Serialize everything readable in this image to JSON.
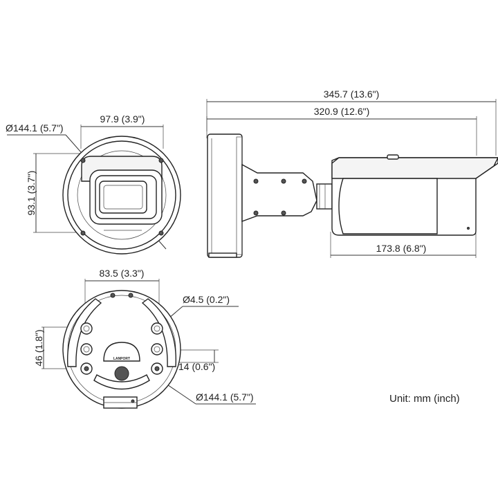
{
  "dimensions": {
    "front_width": "97.9 (3.9\")",
    "front_diameter": "Ø144.1 (5.7\")",
    "front_height": "93.1 (3.7\")",
    "overall_length": "345.7 (13.6\")",
    "body_length": "320.9 (12.6\")",
    "housing_length": "173.8 (6.8\")",
    "base_hole_spacing": "83.5 (3.3\")",
    "screw_hole_diameter": "Ø4.5 (0.2\")",
    "base_vertical_spacing": "46 (1.8\")",
    "base_offset": "14 (0.6\")",
    "base_diameter": "Ø144.1 (5.7\")"
  },
  "base_label": "LANPORT",
  "unit_note": "Unit: mm (inch)",
  "icons": [
    "screw-hole-icon",
    "cable-port-icon"
  ]
}
